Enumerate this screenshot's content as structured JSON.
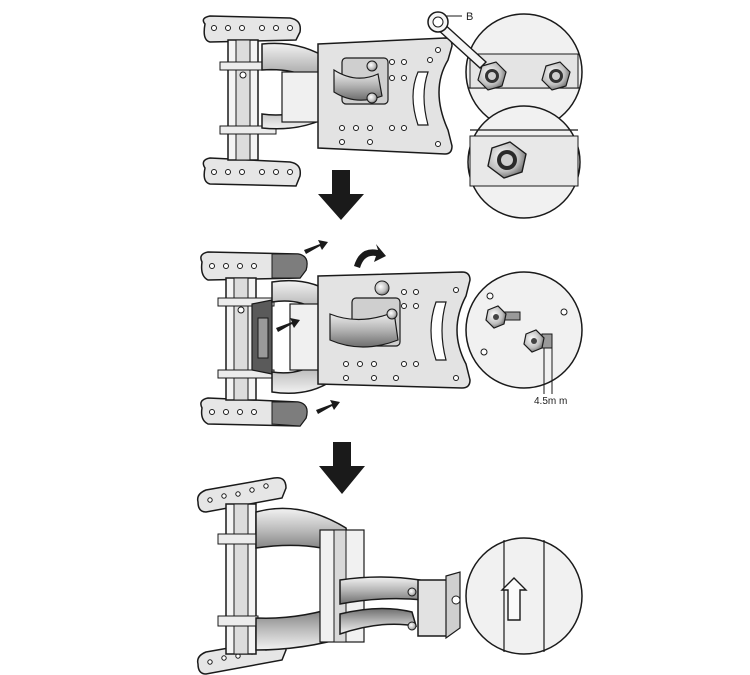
{
  "figure": {
    "callouts": {
      "wrench_label": "B",
      "nut_gap_label": "4.5m m"
    },
    "steps": [
      {
        "name": "step-1",
        "arrow_after": true
      },
      {
        "name": "step-2",
        "arrow_after": true
      },
      {
        "name": "step-3",
        "arrow_after": false
      }
    ],
    "colors": {
      "line": "#1a1a1a",
      "plate": "#e2e2e2",
      "plate_dark": "#b8b8b8",
      "arm": "#d6d6d6",
      "arm_dark": "#8c8c8c",
      "arrow": "#1a1a1a",
      "detail_bg": "#efefef"
    }
  }
}
